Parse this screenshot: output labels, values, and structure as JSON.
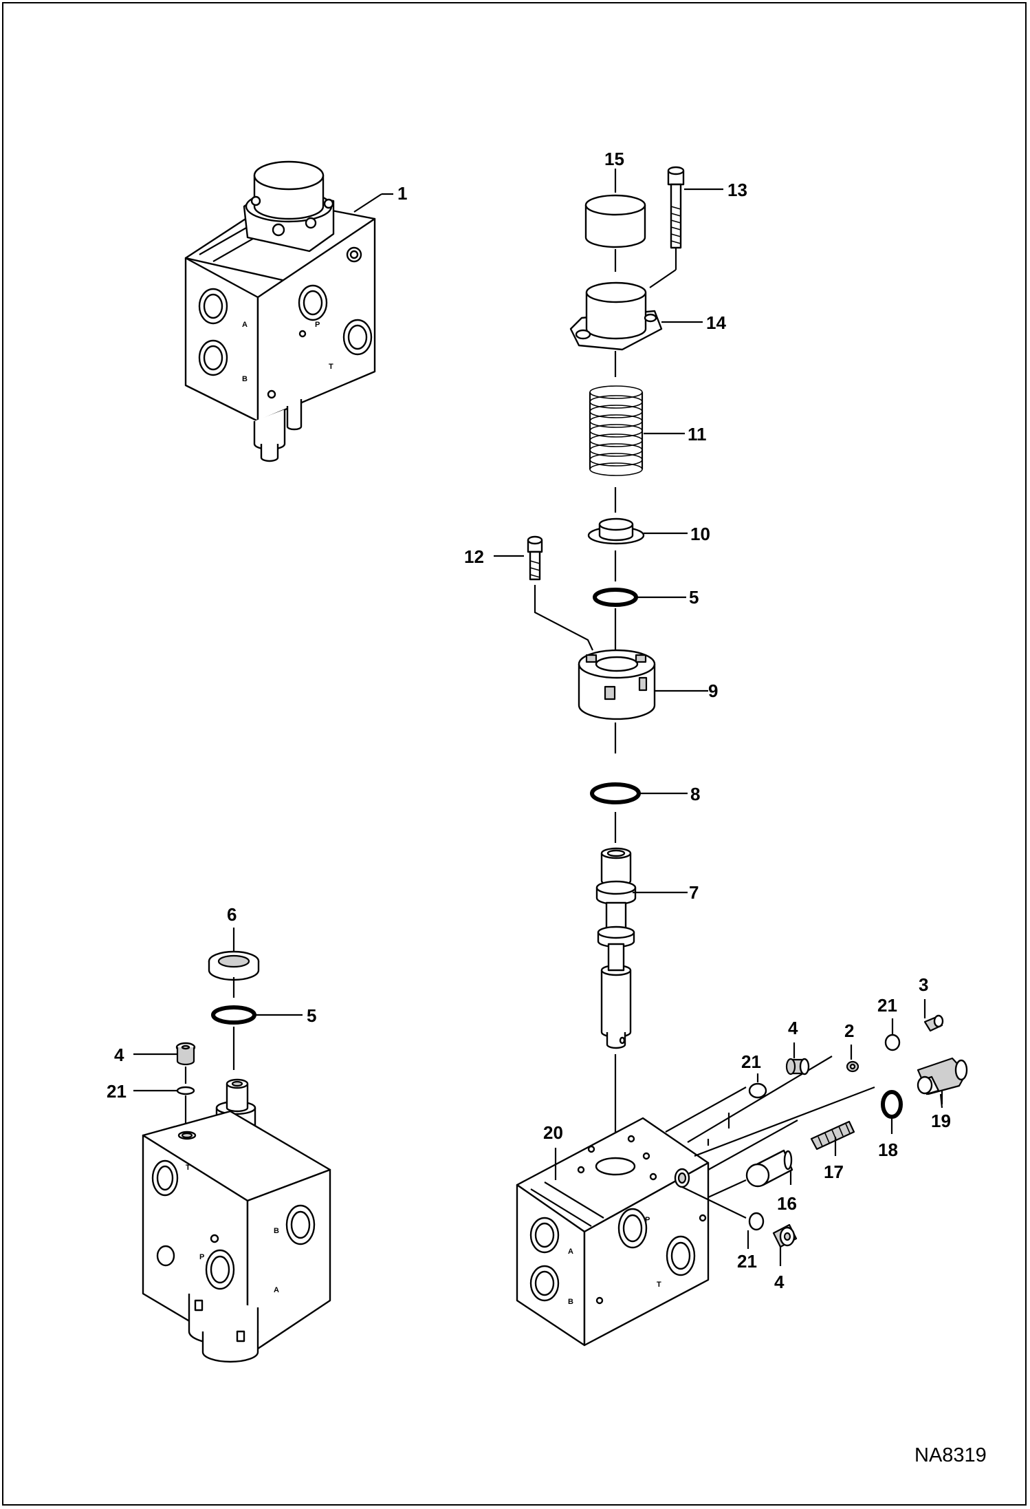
{
  "diagram": {
    "drawing_code": "NA8319",
    "callouts": [
      {
        "id": "c1",
        "text": "1"
      },
      {
        "id": "c15",
        "text": "15"
      },
      {
        "id": "c13",
        "text": "13"
      },
      {
        "id": "c14",
        "text": "14"
      },
      {
        "id": "c11",
        "text": "11"
      },
      {
        "id": "c10",
        "text": "10"
      },
      {
        "id": "c12",
        "text": "12"
      },
      {
        "id": "c5a",
        "text": "5"
      },
      {
        "id": "c9",
        "text": "9"
      },
      {
        "id": "c8",
        "text": "8"
      },
      {
        "id": "c7",
        "text": "7"
      },
      {
        "id": "c6",
        "text": "6"
      },
      {
        "id": "c5b",
        "text": "5"
      },
      {
        "id": "c4a",
        "text": "4"
      },
      {
        "id": "c21a",
        "text": "21"
      },
      {
        "id": "c3",
        "text": "3"
      },
      {
        "id": "c21b",
        "text": "21"
      },
      {
        "id": "c4b",
        "text": "4"
      },
      {
        "id": "c2",
        "text": "2"
      },
      {
        "id": "c21c",
        "text": "21"
      },
      {
        "id": "c20",
        "text": "20"
      },
      {
        "id": "c19",
        "text": "19"
      },
      {
        "id": "c18",
        "text": "18"
      },
      {
        "id": "c17",
        "text": "17"
      },
      {
        "id": "c16",
        "text": "16"
      },
      {
        "id": "c21d",
        "text": "21"
      },
      {
        "id": "c4c",
        "text": "4"
      }
    ],
    "port_markings": [
      "A",
      "B",
      "P",
      "T",
      "A",
      "B",
      "P",
      "T",
      "A",
      "B",
      "P",
      "T"
    ]
  }
}
